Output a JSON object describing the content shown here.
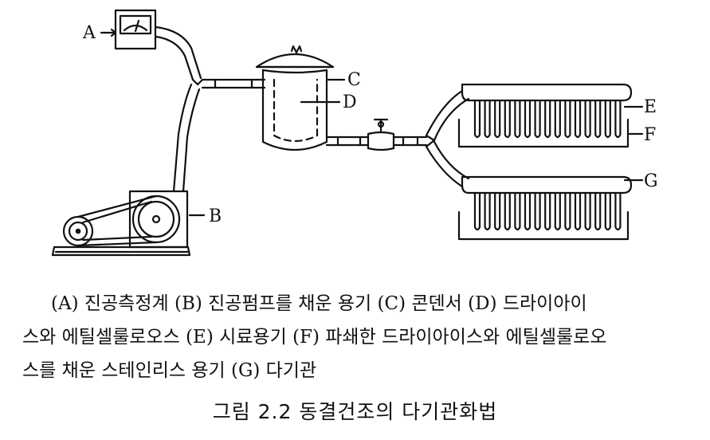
{
  "labels": {
    "A": "A",
    "B": "B",
    "C": "C",
    "D": "D",
    "E": "E",
    "F": "F",
    "G": "G"
  },
  "legend": {
    "line1": "(A) 진공측정계 (B) 진공펌프를 채운 용기 (C) 콘덴서 (D) 드라이아이",
    "line2": "스와 에틸셀룰로오스 (E) 시료용기 (F) 파쇄한 드라이아이스와 에틸셀룰로오",
    "line3": "스를 채운 스테인리스 용기 (G) 다기관"
  },
  "figure_title": "그림 2.2 동결건조의 다기관화법"
}
